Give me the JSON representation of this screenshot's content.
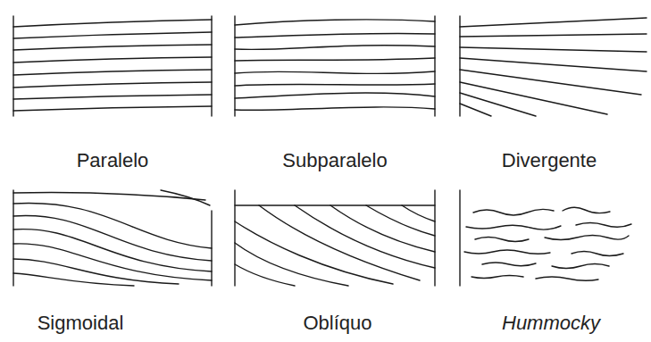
{
  "diagram": {
    "labels": [
      "Paralelo",
      "Subparalelo",
      "Divergente",
      "Sigmoidal",
      "Oblíquo",
      "Hummocky"
    ]
  }
}
